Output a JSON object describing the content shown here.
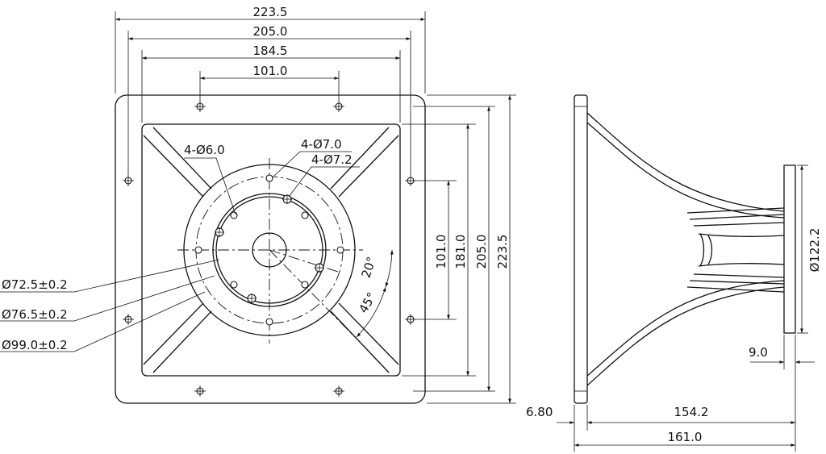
{
  "top_dimensions": {
    "d1": "223.5",
    "d2": "205.0",
    "d3": "184.5",
    "d4": "101.0"
  },
  "right_dimensions": {
    "d1": "101.0",
    "d2": "181.0",
    "d3": "205.0",
    "d4": "223.5"
  },
  "hole_callouts": {
    "h6": "4-Ø6.0",
    "h7": "4-Ø7.0",
    "h72": "4-Ø7.2"
  },
  "circle_callouts": {
    "c725": "Ø72.5±0.2",
    "c765": "Ø76.5±0.2",
    "c990": "Ø99.0±0.2"
  },
  "angles": {
    "a20": "20°",
    "a45": "45°"
  },
  "side_view": {
    "flange_diameter": "Ø122.2",
    "flange_thickness": "9.0",
    "plate_thickness": "6.80",
    "body_length": "154.2",
    "total_length": "161.0"
  }
}
